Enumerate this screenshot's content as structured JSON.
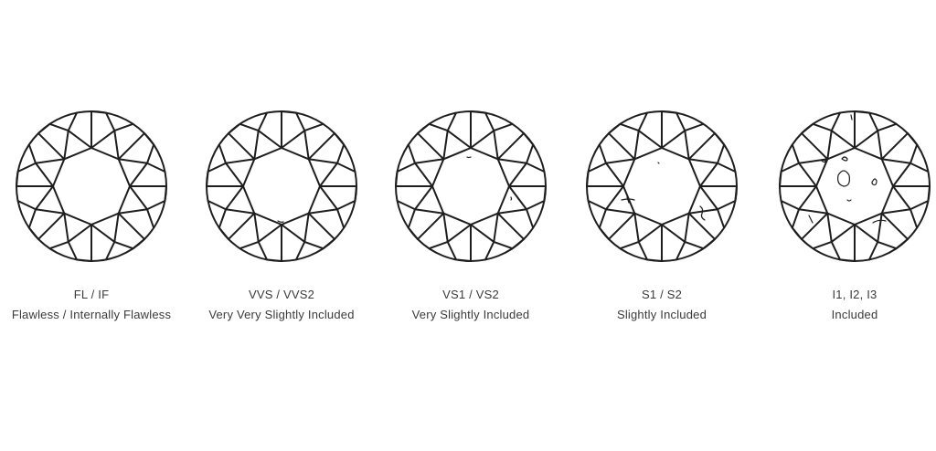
{
  "grades": [
    {
      "code": "FL / IF",
      "name": "Flawless / Internally Flawless",
      "inclusions": "none"
    },
    {
      "code": "VVS / VVS2",
      "name": "Very Very Slightly Included",
      "inclusions": "very-very-slight"
    },
    {
      "code": "VS1 / VS2",
      "name": "Very Slightly Included",
      "inclusions": "very-slight"
    },
    {
      "code": "S1 / S2",
      "name": "Slightly Included",
      "inclusions": "slight"
    },
    {
      "code": "I1, I2, I3",
      "name": "Included",
      "inclusions": "included"
    }
  ],
  "colors": {
    "stroke": "#1e1e1e",
    "text": "#3a3a3a",
    "background": "#ffffff"
  }
}
